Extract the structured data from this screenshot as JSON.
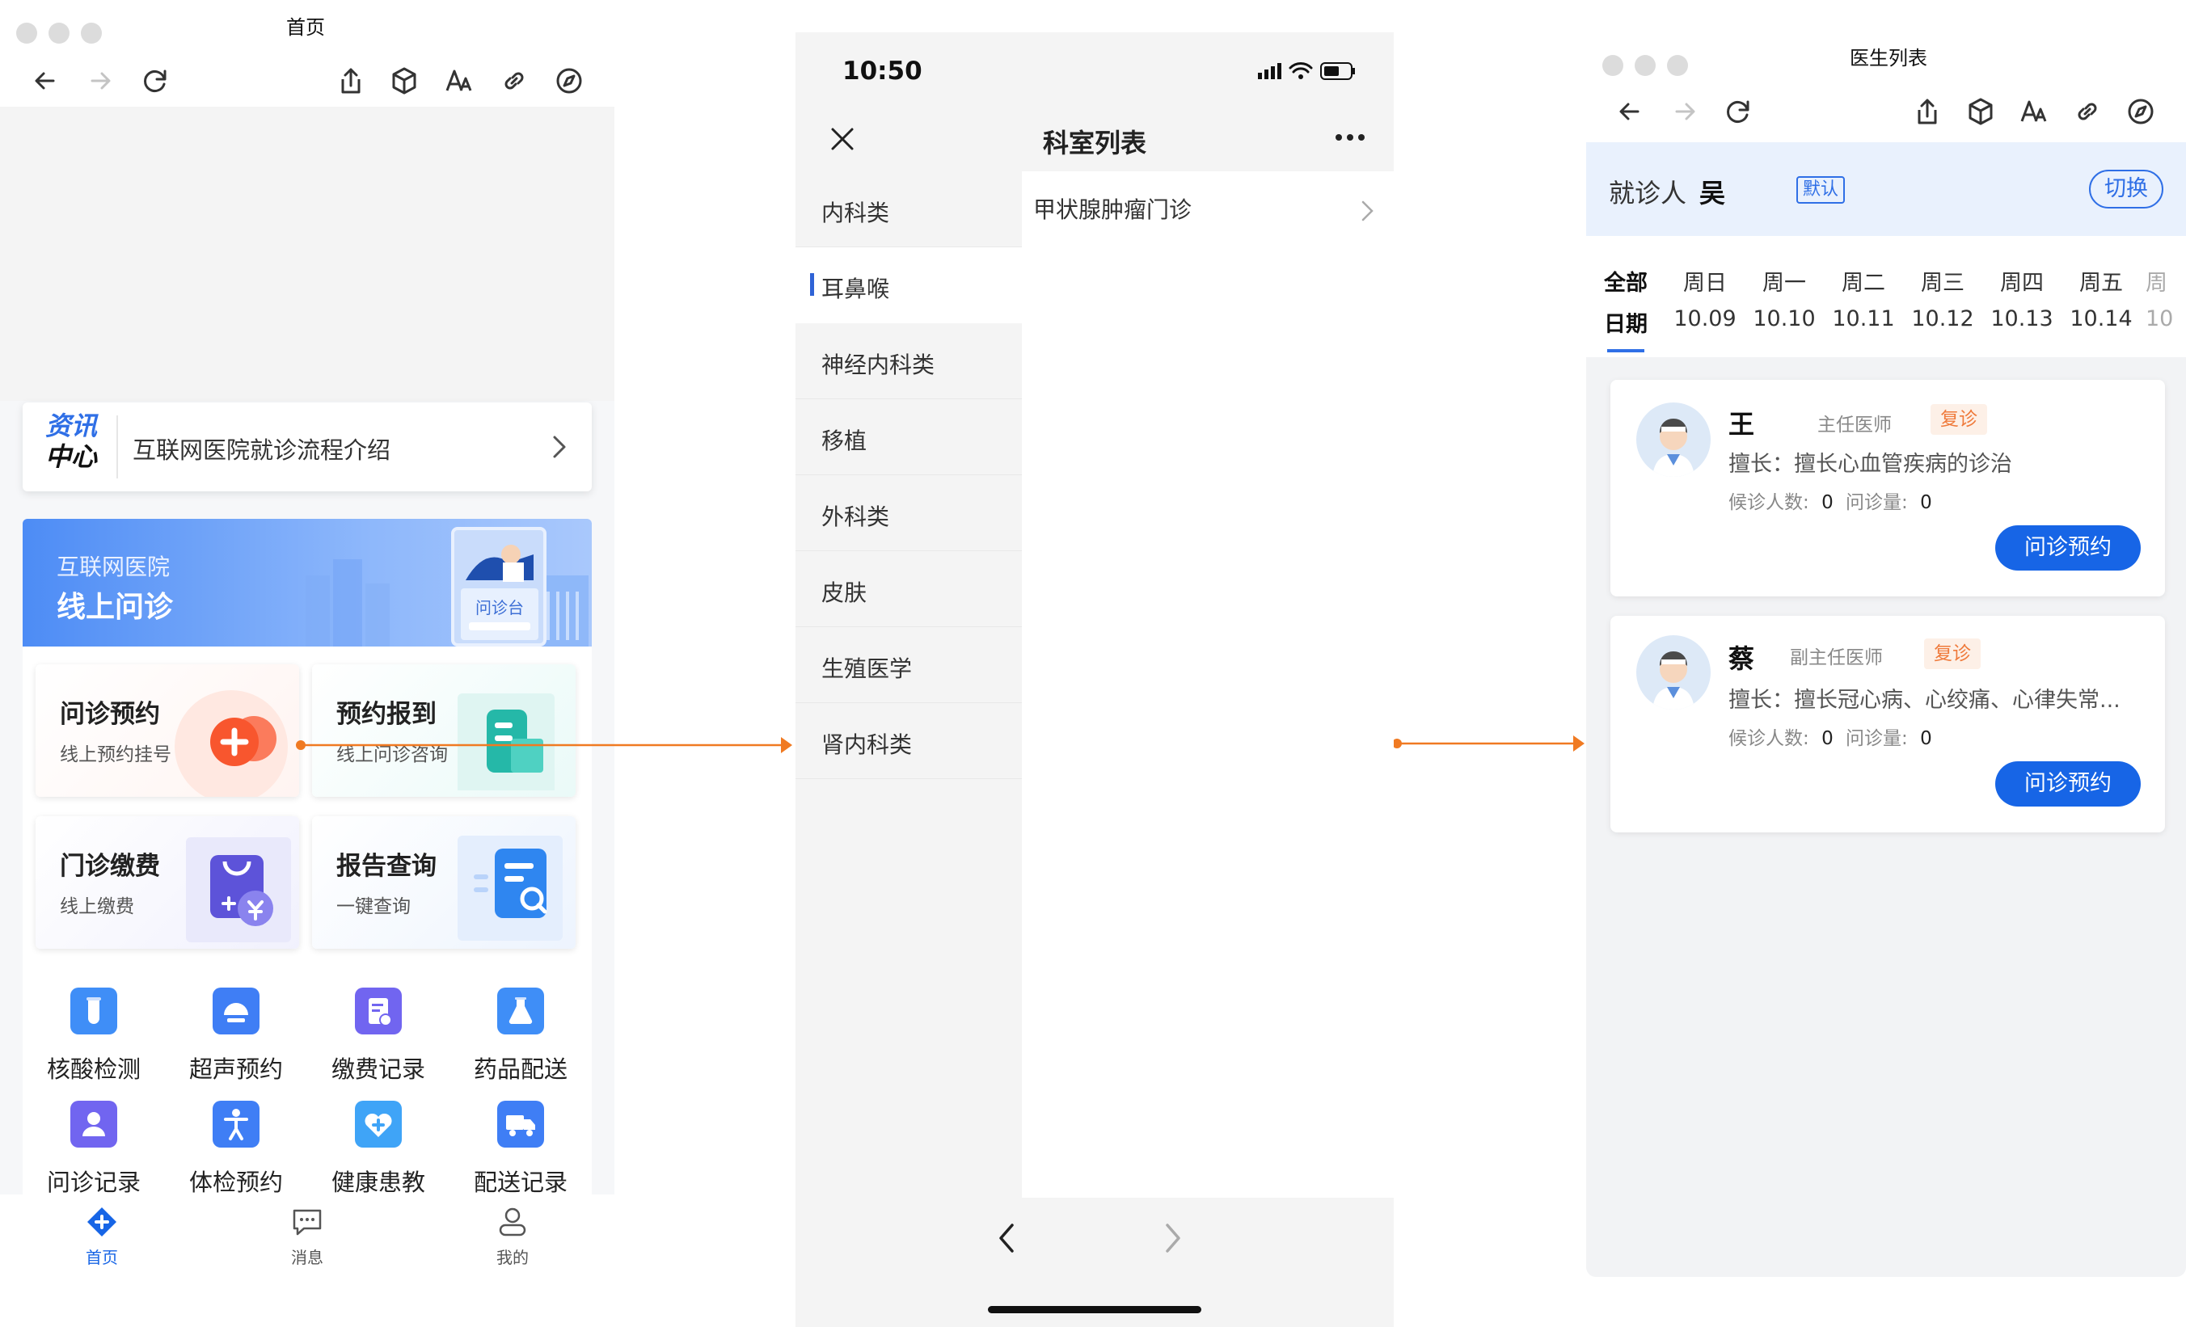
{
  "panel1": {
    "window_title": "首页",
    "news": {
      "logo_line1": "资讯",
      "logo_line2": "中心",
      "text": "互联网医院就诊流程介绍"
    },
    "banner": {
      "subtitle": "互联网医院",
      "title": "线上问诊",
      "sign_text": "问诊台"
    },
    "features": [
      {
        "title": "问诊预约",
        "sub": "线上预约挂号",
        "icon": "plus-circle-icon"
      },
      {
        "title": "预约报到",
        "sub": "线上问诊咨询",
        "icon": "building-icon"
      },
      {
        "title": "门诊缴费",
        "sub": "线上缴费",
        "icon": "shopping-bag-yen-icon"
      },
      {
        "title": "报告查询",
        "sub": "一键查询",
        "icon": "report-search-icon"
      }
    ],
    "grid": [
      {
        "label": "核酸检测",
        "icon": "test-tube-icon",
        "color": "#3f8ef7"
      },
      {
        "label": "超声预约",
        "icon": "ultrasound-icon",
        "color": "#3f7ef5"
      },
      {
        "label": "缴费记录",
        "icon": "bill-icon",
        "color": "#7165f0"
      },
      {
        "label": "药品配送",
        "icon": "flask-icon",
        "color": "#3f8ef7"
      },
      {
        "label": "问诊记录",
        "icon": "doctor-record-icon",
        "color": "#7165f0"
      },
      {
        "label": "体检预约",
        "icon": "person-icon",
        "color": "#3f7ef5"
      },
      {
        "label": "健康患教",
        "icon": "heart-plus-icon",
        "color": "#3fa4f7"
      },
      {
        "label": "配送记录",
        "icon": "truck-icon",
        "color": "#3f7ef5"
      }
    ],
    "tabs": [
      {
        "label": "首页",
        "icon": "home-diamond-icon",
        "active": true
      },
      {
        "label": "消息",
        "icon": "message-icon",
        "active": false
      },
      {
        "label": "我的",
        "icon": "user-icon",
        "active": false
      }
    ],
    "accent": "#1765e6"
  },
  "panel2": {
    "time": "10:50",
    "title": "科室列表",
    "categories": [
      "内科类",
      "耳鼻喉",
      "神经内科类",
      "移植",
      "外科类",
      "皮肤",
      "生殖医学",
      "肾内科类"
    ],
    "selected_category": "耳鼻喉",
    "departments": [
      "甲状腺肿瘤门诊"
    ]
  },
  "panel3": {
    "window_title": "医生列表",
    "patient": {
      "label": "就诊人",
      "name": "吴",
      "badge": "默认",
      "switch": "切换"
    },
    "dates": [
      {
        "top": "全部",
        "bottom": "日期",
        "active": true
      },
      {
        "top": "周日",
        "bottom": "10.09"
      },
      {
        "top": "周一",
        "bottom": "10.10"
      },
      {
        "top": "周二",
        "bottom": "10.11"
      },
      {
        "top": "周三",
        "bottom": "10.12"
      },
      {
        "top": "周四",
        "bottom": "10.13"
      },
      {
        "top": "周五",
        "bottom": "10.14"
      },
      {
        "top": "周",
        "bottom": "10"
      }
    ],
    "doctors": [
      {
        "name": "王",
        "title": "主任医师",
        "tag": "复诊",
        "specialty": "擅长：擅长心血管疾病的诊治",
        "waiting_label": "候诊人数:",
        "waiting": "0",
        "volume_label": "问诊量:",
        "volume": "0",
        "button": "问诊预约"
      },
      {
        "name": "蔡",
        "title": "副主任医师",
        "tag": "复诊",
        "specialty": "擅长：擅长冠心病、心绞痛、心律失常...",
        "waiting_label": "候诊人数:",
        "waiting": "0",
        "volume_label": "问诊量:",
        "volume": "0",
        "button": "问诊预约"
      }
    ]
  },
  "arrow_color": "#f07a22"
}
